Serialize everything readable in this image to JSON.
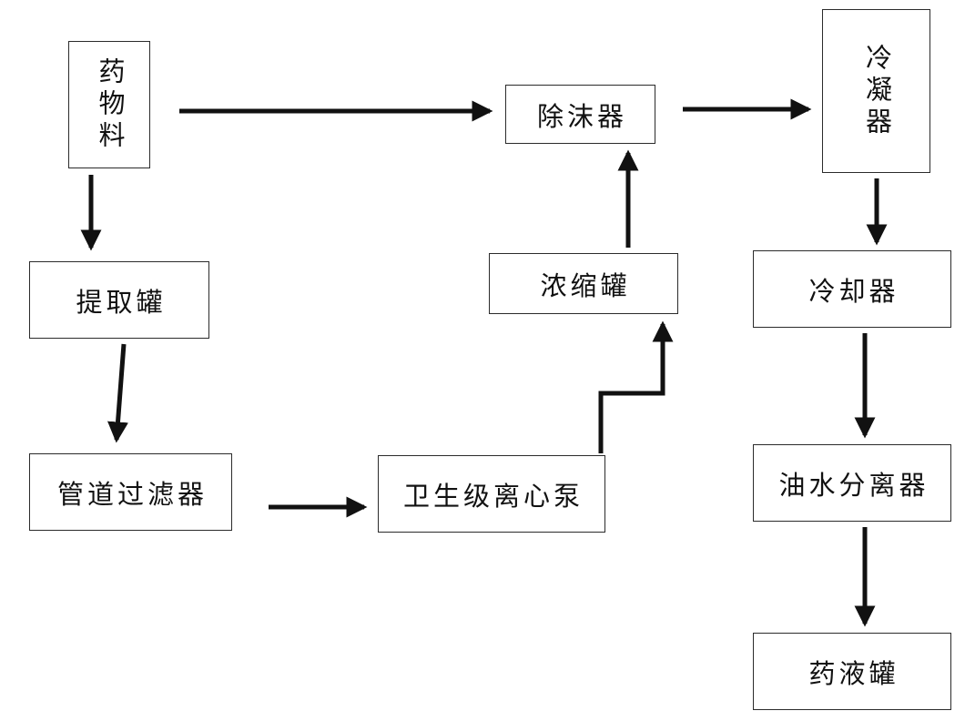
{
  "diagram": {
    "type": "process-flowchart",
    "language": "zh-CN",
    "colors": {
      "background": "#ffffff",
      "box_border": "#2b2b2b",
      "box_fill": "#ffffff",
      "arrow": "#111111",
      "text": "#111111"
    },
    "nodes": [
      {
        "id": "drug-material",
        "label": "药物料",
        "orientation": "vertical"
      },
      {
        "id": "demister",
        "label": "除沫器",
        "orientation": "horizontal"
      },
      {
        "id": "condenser",
        "label": "冷凝器",
        "orientation": "vertical"
      },
      {
        "id": "extraction-tank",
        "label": "提取罐",
        "orientation": "horizontal"
      },
      {
        "id": "concentration-tank",
        "label": "浓缩罐",
        "orientation": "horizontal"
      },
      {
        "id": "cooler",
        "label": "冷却器",
        "orientation": "horizontal"
      },
      {
        "id": "pipeline-filter",
        "label": "管道过滤器",
        "orientation": "horizontal"
      },
      {
        "id": "sanitary-centrifugal-pump",
        "label": "卫生级离心泵",
        "orientation": "horizontal"
      },
      {
        "id": "oil-water-separator",
        "label": "油水分离器",
        "orientation": "horizontal"
      },
      {
        "id": "liquid-medicine-tank",
        "label": "药液罐",
        "orientation": "horizontal"
      }
    ],
    "edges": [
      {
        "from": "drug-material",
        "to": "demister"
      },
      {
        "from": "demister",
        "to": "condenser"
      },
      {
        "from": "drug-material",
        "to": "extraction-tank"
      },
      {
        "from": "extraction-tank",
        "to": "pipeline-filter"
      },
      {
        "from": "pipeline-filter",
        "to": "sanitary-centrifugal-pump"
      },
      {
        "from": "sanitary-centrifugal-pump",
        "to": "concentration-tank"
      },
      {
        "from": "concentration-tank",
        "to": "demister"
      },
      {
        "from": "condenser",
        "to": "cooler"
      },
      {
        "from": "cooler",
        "to": "oil-water-separator"
      },
      {
        "from": "oil-water-separator",
        "to": "liquid-medicine-tank"
      }
    ]
  }
}
